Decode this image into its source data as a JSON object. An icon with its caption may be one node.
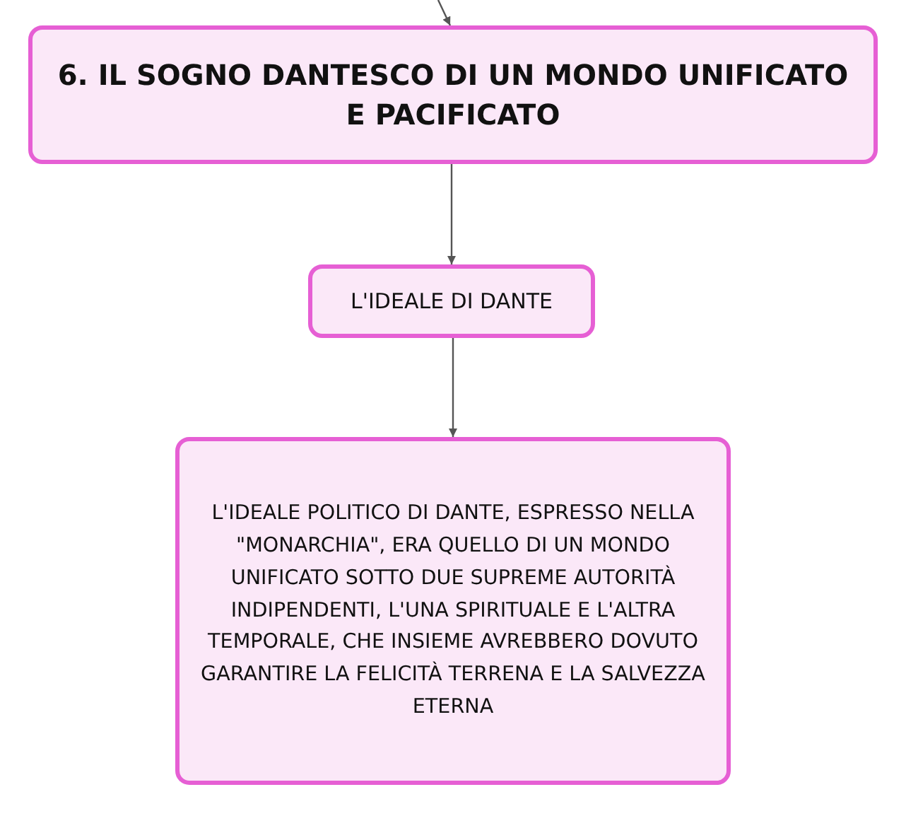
{
  "diagram": {
    "nodes": [
      {
        "text": [
          "6. IL SOGNO DANTESCO DI UN MONDO UNIFICATO E PACIFICATO"
        ]
      },
      {
        "text": [
          "L'IDEALE DI DANTE"
        ]
      },
      {
        "text": [
          "L'IDEALE POLITICO DI DANTE, ESPRESSO NELLA \"MONARCHIA\", ERA QUELLO DI UN MONDO UNIFICATO SOTTO DUE SUPREME AUTORITÀ INDIPENDENTI, L'UNA SPIRITUALE E L'ALTRA TEMPORALE, CHE INSIEME AVREBBERO DOVUTO GARANTIRE LA FELICITÀ TERRENA E LA SALVEZZA ETERNA"
        ]
      }
    ],
    "edges": [
      {
        "from": null,
        "to": 0,
        "arrow": "to"
      },
      {
        "from": 0,
        "to": 1,
        "arrow": "to"
      },
      {
        "from": 1,
        "to": 2,
        "arrow": "to"
      }
    ]
  }
}
